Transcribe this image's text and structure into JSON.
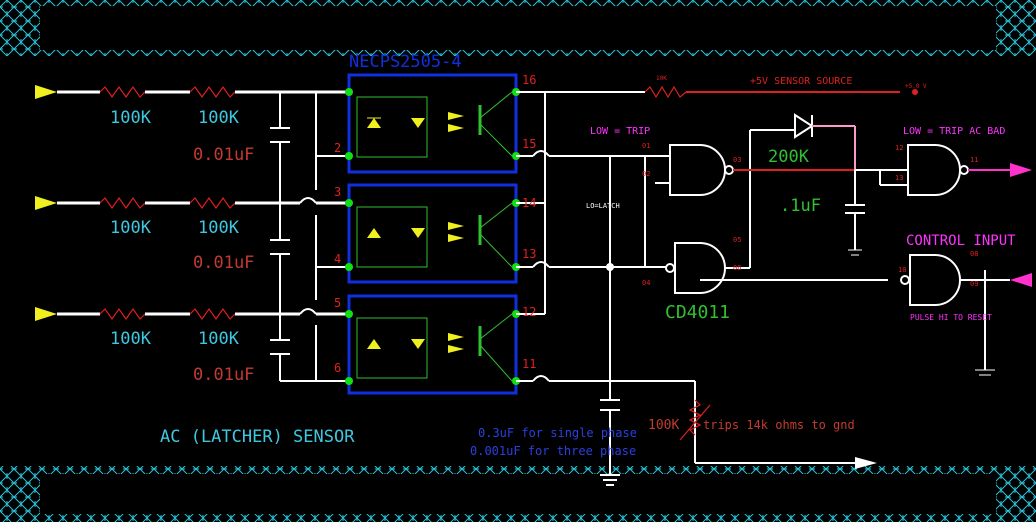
{
  "part_number": "NECPS2505-4",
  "title": "AC (LATCHER) SENSOR",
  "ic_name": "CD4011",
  "resistors": {
    "r1a": "100K",
    "r1b": "100K",
    "r2a": "100K",
    "r2b": "100K",
    "r3a": "100K",
    "r3b": "100K",
    "feedback": "200K",
    "pot": "100K"
  },
  "capacitors": {
    "c1": "0.01uF",
    "c2": "0.01uF",
    "c3": "0.01uF",
    "c_filter": ".1uF"
  },
  "pins": {
    "p16": "16",
    "p15": "15",
    "p14": "14",
    "p13": "13",
    "p12": "12",
    "p11": "11",
    "p2": "2",
    "p3": "3",
    "p4": "4",
    "p5": "5",
    "p6": "6"
  },
  "gate_pins": {
    "g01": "01",
    "g02": "02",
    "g03": "03",
    "g04": "04",
    "g05": "05",
    "g06": "06",
    "g08": "08",
    "g09": "09",
    "g10": "10",
    "g11": "11",
    "g12": "12",
    "g13": "13"
  },
  "labels": {
    "sensor_source": "+5V SENSOR SOURCE",
    "low_trip": "LOW = TRIP",
    "low_trip_ac_bad": "LOW = TRIP AC BAD",
    "control_input": "CONTROL INPUT",
    "pulse_reset": "PULSE HI TO RESET",
    "latch": "LO=LATCH",
    "cap_single": "0.3uF for single phase",
    "cap_three": "0.001uF for three phase",
    "trips": "trips 14k ohms to gnd",
    "r_small": "10K",
    "v_small": "+5.0 V"
  },
  "colors": {
    "wire": "#ffffff",
    "resistor": "#e02020",
    "resistor_label": "#3ec8e0",
    "cap_label": "#c23b2f",
    "opto_box": "#1030e0",
    "component": "#30c030",
    "node": "#10e010",
    "arrow_in": "#f0f020",
    "arrow_pink": "#ff33cc",
    "label_pink": "#ff33ff",
    "ic_label": "#30c030",
    "blue_text": "#2a40e0",
    "border": "#27c4d8"
  }
}
